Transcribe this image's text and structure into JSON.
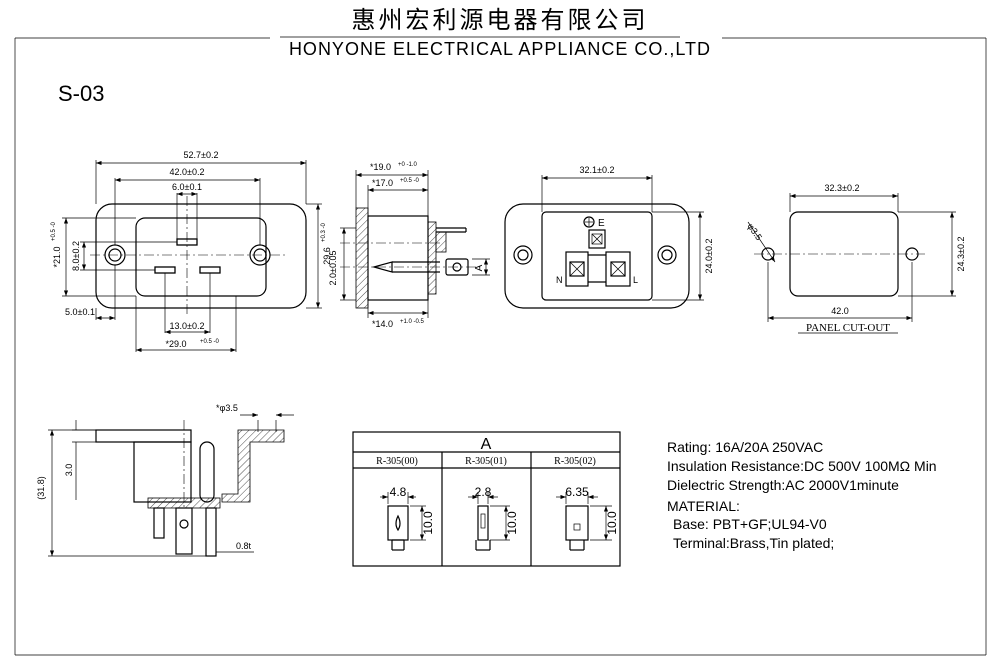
{
  "header": {
    "company_cn": "惠州宏利源电器有限公司",
    "company_en": "HONYONE  ELECTRICAL  APPLIANCE  CO.,LTD"
  },
  "model": "S-03",
  "front_view": {
    "dim_overall_width": "52.7±0.2",
    "dim_hole_spacing": "42.0±0.2",
    "dim_pin_spacing": "6.0±0.1",
    "dim_left_offset": "5.0±0.1",
    "dim_center_offset": "13.0±0.2",
    "dim_body_width": "*29.0",
    "dim_body_width_tol": "+0.5 -0",
    "dim_height_left": "*21.0",
    "dim_height_left_tol": "+0.5 -0",
    "dim_pin_offset": "8.0±0.2",
    "dim_height_right": "29.6",
    "dim_height_right_tol": "+0.3 -0"
  },
  "side_view": {
    "dim_top1": "*19.0",
    "dim_top1_tol": "+0 -1.0",
    "dim_top2": "*17.0",
    "dim_top2_tol": "+0.5 -0",
    "dim_left": "2.0±0.05",
    "dim_bottom": "*14.0",
    "dim_bottom_tol": "+1.0 -0.5",
    "label_a": "A"
  },
  "rear_view": {
    "dim_width": "32.1±0.2",
    "dim_height": "24.0±0.2",
    "label_e": "E",
    "label_n": "N",
    "label_l": "L"
  },
  "panel_cutout": {
    "dim_width": "32.3±0.2",
    "dim_height": "24.3±0.2",
    "dim_hole": "φ3.5",
    "dim_span": "42.0",
    "title": "PANEL  CUT-OUT"
  },
  "section_view": {
    "dim_hole": "*φ3.5",
    "dim_overall": "(31.8)",
    "dim_step": "3.0",
    "dim_thickness": "0.8t"
  },
  "terminal_table": {
    "title": "A",
    "columns": [
      {
        "name": "R-305(00)",
        "width": "4.8",
        "length": "10.0"
      },
      {
        "name": "R-305(01)",
        "width": "2.8",
        "length": "10.0"
      },
      {
        "name": "R-305(02)",
        "width": "6.35",
        "length": "10.0"
      }
    ]
  },
  "specs": {
    "rating": "Rating: 16A/20A 250VAC",
    "insulation": "Insulation Resistance:DC 500V 100MΩ  Min",
    "dielectric": "Dielectric Strength:AC 2000V1minute",
    "material_heading": "MATERIAL:",
    "base": "Base: PBT+GF;UL94-V0",
    "terminal": "Terminal:Brass,Tin plated;"
  }
}
